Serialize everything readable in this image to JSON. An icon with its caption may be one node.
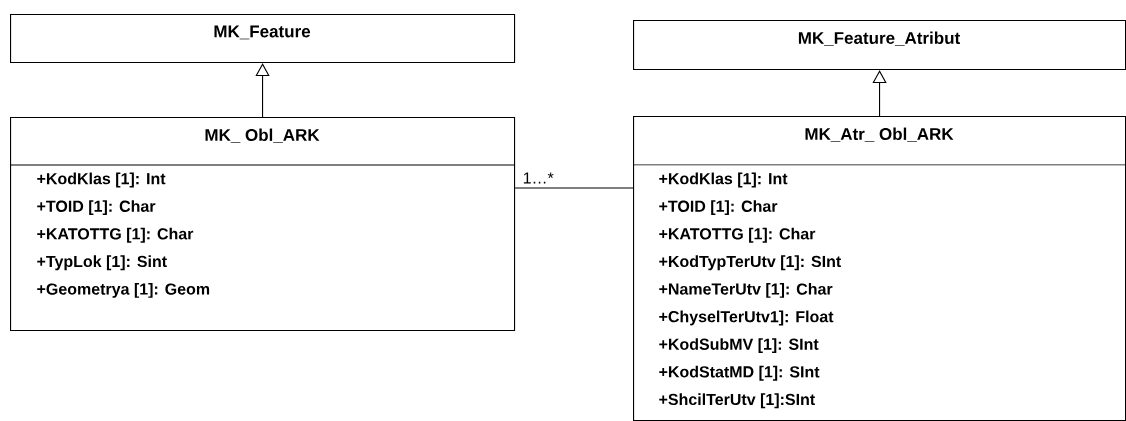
{
  "diagram": {
    "nodes": [
      {
        "text": [
          "MK_Feature"
        ]
      },
      {
        "text": [
          "MK_ Obl_ARK",
          "+KodKlas [1]: Int",
          "+TOID [1]: Char",
          "+KATOTTG [1]: Char",
          "+TypLok [1]: Sint",
          "+Geometrya [1]: Geom"
        ]
      },
      {
        "text": [
          "MK_Feature_Atribut"
        ]
      },
      {
        "text": [
          "MK_Atr_ Obl_ARK",
          "+KodKlas [1]: Int",
          "+TOID [1]: Char",
          "+KATOTTG [1]: Char",
          "+KodTypTerUtv [1]: SInt",
          "+NameTerUtv [1]: Char",
          "+ChyselTerUtv1]: Float",
          "+KodSubMV [1]: SInt",
          "+KodStatMD [1]: SInt",
          "+ShcilTerUtv [1]:SInt"
        ]
      }
    ],
    "edges": [
      {
        "from": 1,
        "to": 0,
        "arrow": "to"
      },
      {
        "from": 3,
        "to": 2,
        "arrow": "to"
      },
      {
        "from": 1,
        "to": 3,
        "arrow": "none",
        "label": "1…*"
      }
    ]
  }
}
